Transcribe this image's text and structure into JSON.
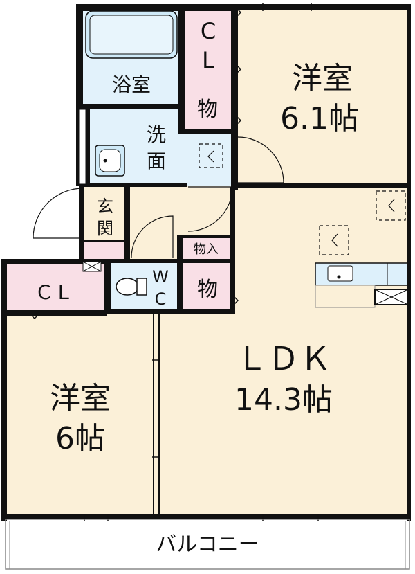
{
  "rooms": {
    "bath": "浴室",
    "cl_upper_1": "C",
    "cl_upper_2": "L",
    "storage_upper": "物",
    "washroom_1": "洗",
    "washroom_2": "面",
    "bedroom_ne_1": "洋室",
    "bedroom_ne_2": "6.1帖",
    "entrance_1": "玄",
    "entrance_2": "関",
    "closet_entry": "物入",
    "cl_west": "ＣＬ",
    "wc_1": "W",
    "wc_2": "C",
    "storage_lower": "物",
    "ldk_1": "ＬＤＫ",
    "ldk_2": "14.3帖",
    "bedroom_sw_1": "洋室",
    "bedroom_sw_2": "6帖",
    "balcony": "バルコニー"
  },
  "colors": {
    "wall": "#111111",
    "room_beige": "#fbf0d8",
    "wet_blue": "#e2f2fb",
    "closet_pink": "#f9dfe6",
    "fixture_blue": "#cfeaf8",
    "kitchen_blue": "#ddf0fb",
    "line_gray": "#888888"
  }
}
